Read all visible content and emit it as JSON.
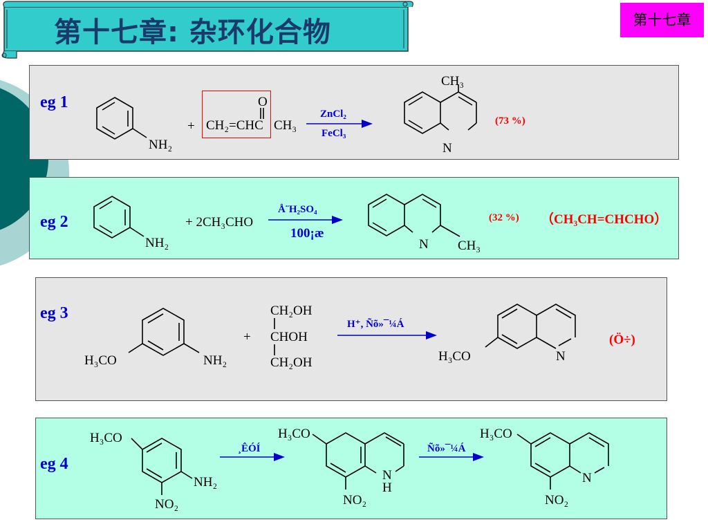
{
  "header": {
    "title": "第十七章: 杂环化合物",
    "chapter_badge": "第十七章"
  },
  "examples": [
    {
      "label": "eg 1",
      "reactant_amine": "NH₂",
      "plus": "+",
      "carbonyl_o": "O",
      "reactant2": "CH₂=CHC CH₃",
      "reactant2_main": "CH₂=CHC",
      "reactant2_tail": "CH₃",
      "reagent_top": "ZnCl₂",
      "reagent_bottom": "FeCl₃",
      "product_sub": "CH₃",
      "product_n": "N",
      "yield": "(73 %)"
    },
    {
      "label": "eg 2",
      "reactant_amine": "NH₂",
      "reactant2": "+  2CH₃CHO",
      "reagent_top": "Å¨H₂SO₄",
      "reagent_bottom": "100¡æ",
      "product_n": "N",
      "product_sub": "CH₃",
      "yield": "(32 %)",
      "note": "（CH₃CH=CHCHO）"
    },
    {
      "label": "eg 3",
      "reactant_amine": "NH₂",
      "reactant_methoxy": "H₃CO",
      "plus": "+",
      "glycerol_top": "CH₂OH",
      "glycerol_mid": "CHOH",
      "glycerol_bot": "CH₂OH",
      "reagent_top": "H⁺, Ñõ»¯¼Á",
      "product_methoxy": "H₃CO",
      "product_n": "N",
      "note": "(Ö÷)"
    },
    {
      "label": "eg 4",
      "reactant_methoxy": "H₃CO",
      "reactant_amine": "NH₂",
      "reactant_nitro": "NO₂",
      "reagent1": "¸ÊÓÍ",
      "intermediate_methoxy": "H₃CO",
      "intermediate_n": "N",
      "intermediate_h": "H",
      "intermediate_nitro": "NO₂",
      "reagent2": "Ñõ»¯¼Á",
      "product_methoxy": "H₃CO",
      "product_n": "N",
      "product_nitro": "NO₂"
    }
  ],
  "colors": {
    "title_banner": "#33cccc",
    "badge": "#ff00ff",
    "panel_gray": "#e6e6e6",
    "panel_mint": "#b3ffe6",
    "label_blue": "#0000cc",
    "yield_red": "#ff0000",
    "decor_teal": "#006666"
  }
}
